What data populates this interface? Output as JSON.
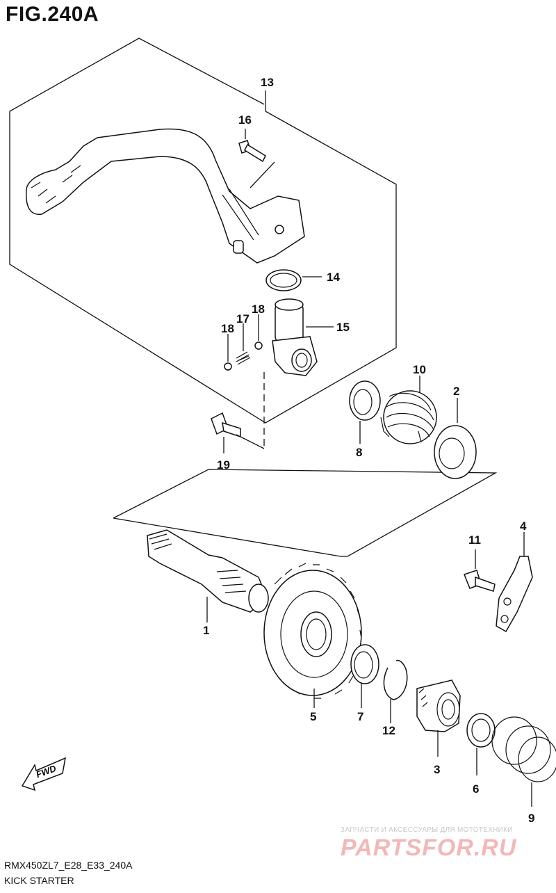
{
  "figure": {
    "title": "FIG.240A",
    "model_code": "RMX450ZL7_E28_E33_240A",
    "caption": "KICK STARTER"
  },
  "direction_badge": "FWD",
  "watermark": {
    "tagline": "ЗАПЧАСТИ И АКСЕССУАРЫ ДЛЯ МОТОТЕХНИКИ",
    "logo_text": "PARTSFOR.RU"
  },
  "callouts": {
    "p1": "1",
    "p2": "2",
    "p3": "3",
    "p4": "4",
    "p5": "5",
    "p6": "6",
    "p7": "7",
    "p8": "8",
    "p9": "9",
    "p10": "10",
    "p11": "11",
    "p12": "12",
    "p13": "13",
    "p14": "14",
    "p15": "15",
    "p16": "16",
    "p17": "17",
    "p18a": "18",
    "p18b": "18",
    "p19": "19"
  }
}
